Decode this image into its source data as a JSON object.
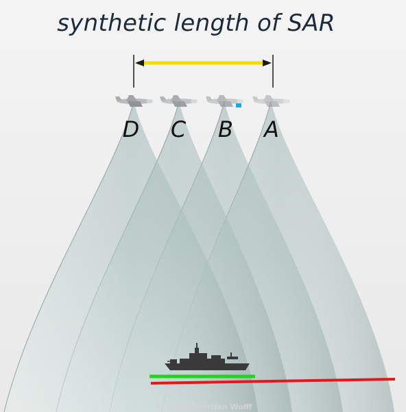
{
  "title": "synthetic length of SAR",
  "positions": [
    {
      "label": "D",
      "opacity": 1.0
    },
    {
      "label": "C",
      "opacity": 0.85
    },
    {
      "label": "B",
      "opacity": 0.7
    },
    {
      "label": "A",
      "opacity": 0.55
    }
  ],
  "credit": "© 2008 Christian Wolff",
  "colors": {
    "title": "#1c2a3a",
    "arrow": "#f2dd00",
    "beam": "#8fa8a6",
    "ship": "#3a3a3a",
    "green_bar": "#22d41e",
    "red_bar": "#e8161c",
    "marker": "#19a7e8"
  }
}
